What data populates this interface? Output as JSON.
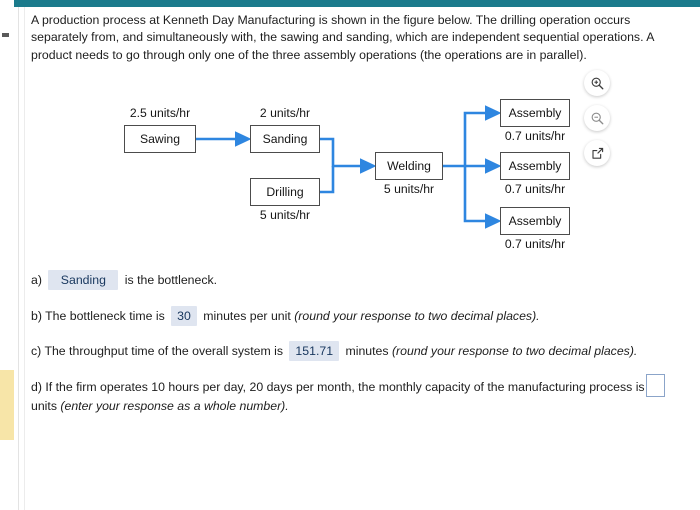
{
  "window": {
    "top_bar_color": "#1b7b8c",
    "flag_color": "#f7e5a8",
    "accent_color": "#2e86e0"
  },
  "prompt": {
    "text": "A production process at Kenneth Day Manufacturing is shown in the figure below. The drilling operation occurs separately from, and simultaneously with, the sawing and sanding, which are independent sequential operations. A product needs to go through only one of the three assembly operations (the operations are in parallel)."
  },
  "figure": {
    "nodes": [
      {
        "label": "Sawing",
        "rate": "2.5 units/hr",
        "rate_position": "above"
      },
      {
        "label": "Sanding",
        "rate": "2 units/hr",
        "rate_position": "above"
      },
      {
        "label": "Drilling",
        "rate": "5 units/hr",
        "rate_position": "below"
      },
      {
        "label": "Welding",
        "rate": "5 units/hr",
        "rate_position": "below"
      },
      {
        "label": "Assembly",
        "rate": "0.7 units/hr",
        "rate_position": "below"
      },
      {
        "label": "Assembly",
        "rate": "0.7 units/hr",
        "rate_position": "below"
      },
      {
        "label": "Assembly",
        "rate": "0.7 units/hr",
        "rate_position": "below"
      }
    ],
    "arrow_color": "#2e86e0",
    "box_border_color": "#4c4c4c"
  },
  "toolbar": {
    "zoom_in_icon": "zoom-in-icon",
    "zoom_out_icon": "zoom-out-icon",
    "open_new_icon": "open-in-new-icon"
  },
  "answers": {
    "a": {
      "marker": "a)",
      "value": "Sanding",
      "tail": "is the bottleneck."
    },
    "b": {
      "marker": "b)",
      "lead": "The bottleneck time is",
      "value": "30",
      "unit": "minutes per unit",
      "hint": "(round your response to two decimal places)."
    },
    "c": {
      "marker": "c)",
      "lead": "The throughput time of the overall system is",
      "value": "151.71",
      "unit": "minutes",
      "hint": "(round your response to two decimal places)."
    },
    "d": {
      "marker": "d)",
      "lead": "If the firm operates 10 hours per day, 20 days per month, the monthly capacity of the manufacturing process is",
      "value": "",
      "unit": "units",
      "hint": "(enter your response as a whole number)."
    }
  }
}
